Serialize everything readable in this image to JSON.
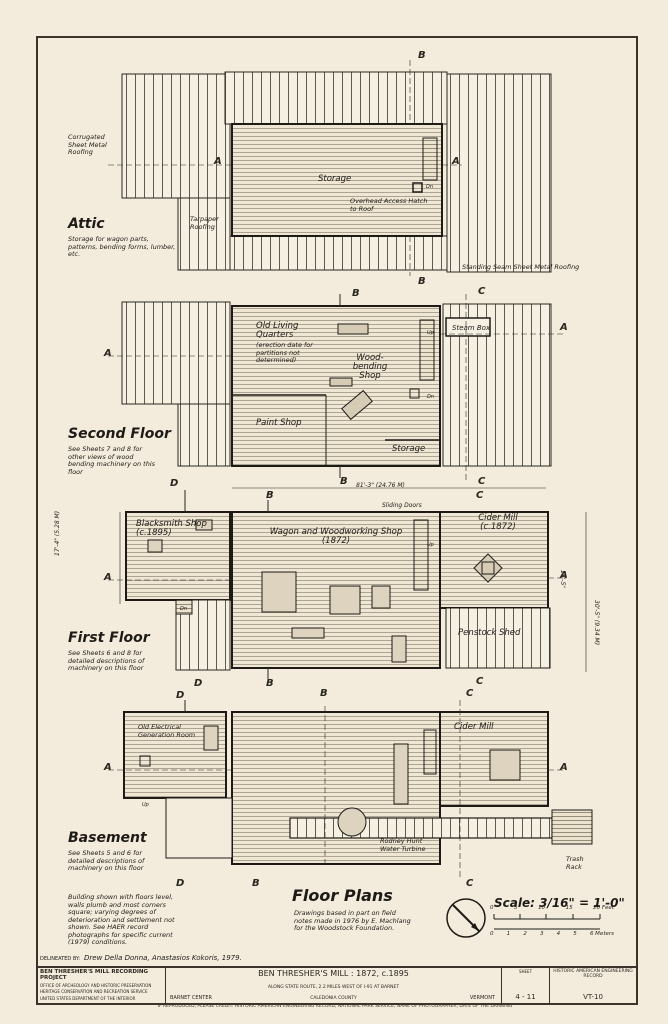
{
  "floors": {
    "attic": {
      "title": "Attic",
      "note": "Storage for wagon parts, patterns, bending forms, lumber, etc.",
      "rooms": [
        "Storage"
      ],
      "labels": {
        "corrugated": "Corrugated Sheet Metal Roofing",
        "tarpaper": "Tarpaper Roofing",
        "hatch": "Overhead Access Hatch to Roof",
        "standing_seam": "Standing Seam Sheet Metal Roofing",
        "dn": "Dn"
      }
    },
    "second": {
      "title": "Second Floor",
      "note": "See Sheets 7 and 8 for other views of wood bending machinery on this floor",
      "rooms": [
        "Old Living Quarters",
        "Wood-bending Shop",
        "Paint Shop",
        "Storage",
        "Steam Box"
      ],
      "living_note": "(erection date for partitions not determined)",
      "up": "Up",
      "dn": "Dn"
    },
    "first": {
      "title": "First Floor",
      "note": "See Sheets 6 and 8 for detailed descriptions of machinery on this floor",
      "rooms": [
        "Blacksmith Shop (c.1895)",
        "Wagon and Woodworking Shop (1872)",
        "Cider Mill (c.1872)",
        "Penstock Shed"
      ],
      "sliding_doors": "Sliding Doors",
      "dim_top": "81'-3\" (24.76 M)",
      "dim_left": "17'-4\" (5.28 M)",
      "dim_right_a": "18'-5\"",
      "dim_right_b": "30'-5\" (9.34 M)",
      "up": "Up",
      "dn": "Dn"
    },
    "basement": {
      "title": "Basement",
      "note": "See Sheets 5 and 6 for detailed descriptions of machinery on this floor",
      "rooms": [
        "Old Electrical Generation Room",
        "Cider Mill"
      ],
      "turbine": "Rodney Hunt Water Turbine",
      "trash_rack": "Trash Rack",
      "up": "Up"
    }
  },
  "section_marks": {
    "a": "A",
    "b": "B",
    "c": "C",
    "d": "D"
  },
  "main_title": "Floor Plans",
  "general_note": "Building shown with floors level, walls plumb and most corners square; varying degrees of deterioration and settlement not shown. See HAER record photographs for specific current (1979) conditions.",
  "source_note": "Drawings based in part on field notes made in 1976 by E. Machlang for the Woodstock Foundation.",
  "scale": {
    "label": "Scale: 3/16\" = 1'-0\"",
    "feet": [
      "0",
      "5",
      "10",
      "15",
      "20 Feet"
    ],
    "meters": [
      "0",
      "1",
      "2",
      "3",
      "4",
      "5",
      "6 Meters"
    ]
  },
  "delineated": {
    "prefix": "DELINEATED BY:",
    "names": "Drew Della Donna, Anastasios Kokoris, 1979."
  },
  "title_block": {
    "project": "BEN THRESHER'S MILL RECORDING PROJECT",
    "agency_lines": [
      "OFFICE OF ARCHEOLOGY AND HISTORIC PRESERVATION",
      "HERITAGE CONSERVATION AND RECREATION SERVICE",
      "UNITED STATES DEPARTMENT OF THE INTERIOR"
    ],
    "name": "BEN THRESHER'S MILL : 1872, c.1895",
    "location": "ALONG STATE ROUTE, 2.2 MILES WEST OF I-91 AT BARNET",
    "county": "CALEDONIA COUNTY",
    "town": "BARNET CENTER",
    "state": "VERMONT",
    "sheet_label": "SHEET",
    "sheet": "4 - 11",
    "record_label": "HISTORIC AMERICAN ENGINEERING RECORD",
    "record": "VT-10"
  },
  "credit_line": "IF REPRODUCED, PLEASE CREDIT: HISTORIC AMERICAN ENGINEERING RECORD, NATIONAL PARK SERVICE, NAME OF PHOTOGRAPHER, DATE OF THE DRAWING"
}
